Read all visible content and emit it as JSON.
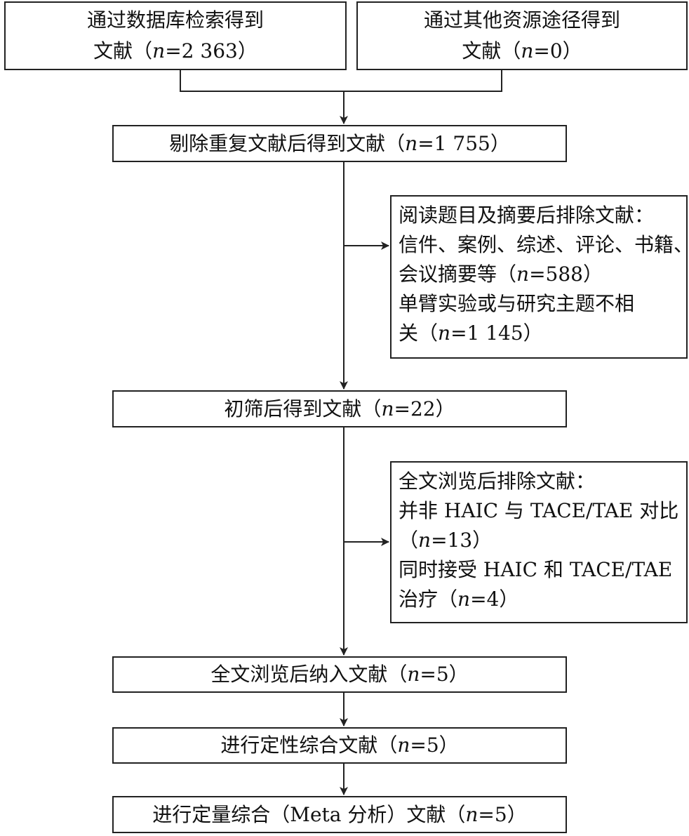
{
  "nodes": {
    "db": {
      "line1": "通过数据库检索得到",
      "pre": "文献（",
      "n": "n",
      "val": "=2 363）"
    },
    "other": {
      "line1": "通过其他资源途径得到",
      "pre": "文献（",
      "n": "n",
      "val": "=0）"
    },
    "dedup": {
      "pre": "剔除重复文献后得到文献（",
      "n": "n",
      "val": "=1 755）"
    },
    "exclude1": {
      "title": "阅读题目及摘要后排除文献：",
      "l2": "信件、案例、综述、评论、书籍、",
      "l3_pre": "会议摘要等（",
      "n": "n",
      "l3_val": "=588）",
      "l4": "单臂实验或与研究主题不相",
      "l5_pre": "关（",
      "l5_val": "=1 145）"
    },
    "screen": {
      "pre": "初筛后得到文献（",
      "n": "n",
      "val": "=22）"
    },
    "exclude2": {
      "title": "全文浏览后排除文献：",
      "l2": "并非 HAIC 与 TACE/TAE 对比",
      "l3_pre": "（",
      "n": "n",
      "l3_val": "=13）",
      "l4": "同时接受 HAIC 和 TACE/TAE",
      "l5_pre": "治疗（",
      "l5_val": "=4）"
    },
    "fulltext": {
      "pre": "全文浏览后纳入文献（",
      "n": "n",
      "val": "=5）"
    },
    "qual": {
      "pre": "进行定性综合文献（",
      "n": "n",
      "val": "=5）"
    },
    "quant": {
      "pre": "进行定量综合（Meta 分析）文献（",
      "n": "n",
      "val": "=5）"
    }
  }
}
